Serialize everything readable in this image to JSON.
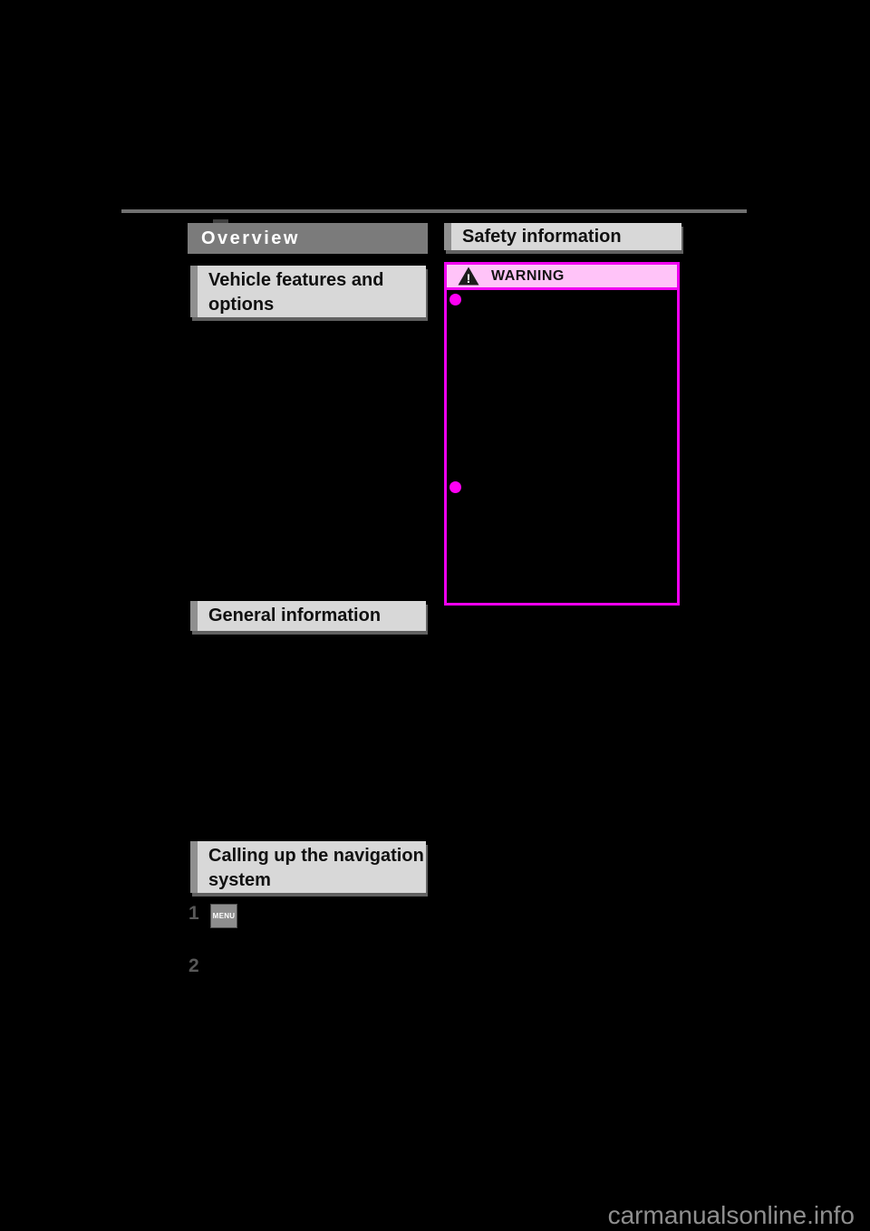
{
  "page": {
    "watermark": "carmanualsonline.info",
    "background_color": "#000000"
  },
  "toc": {
    "overview": {
      "label": "Overview"
    },
    "vehicle_features": {
      "lines": [
        "Vehicle features and",
        "options"
      ]
    },
    "general_information": {
      "label": "General information"
    },
    "calling_up_navigation": {
      "lines": [
        "Calling up the navigation",
        "system"
      ]
    },
    "safety_information": {
      "label": "Safety information"
    }
  },
  "warning_box": {
    "title": "WARNING",
    "icon": "warning-triangle-icon",
    "bullet_count": 2,
    "border_color": "#f000f0",
    "header_bg_color": "#ffc3f8",
    "bullet_color": "#ff00f4"
  },
  "steps": [
    {
      "number": "1",
      "button_label": "MENU"
    },
    {
      "number": "2"
    }
  ],
  "colors": {
    "dark_header_bg": "#7b7b7b",
    "dark_header_text": "#ffffff",
    "light_header_bg": "#d8d8d8",
    "header_stripe": "#8f8f8f",
    "header_shadow": "#616161",
    "divider_line": "#707070",
    "step_number": "#585858",
    "menu_button_bg": "#8e8e8e",
    "watermark": "#8f8f8f"
  }
}
